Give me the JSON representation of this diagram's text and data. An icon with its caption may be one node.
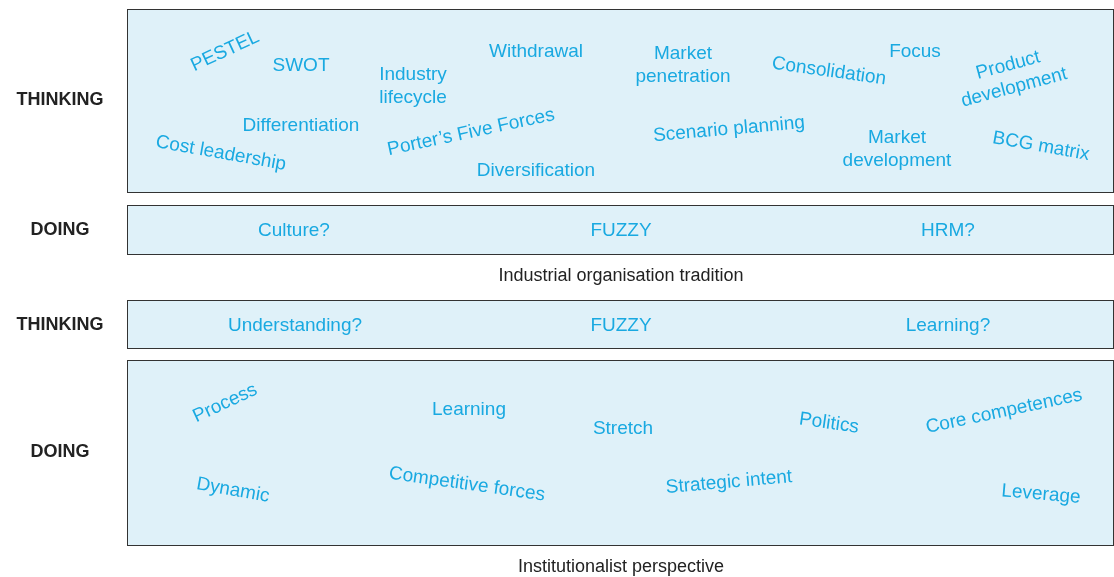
{
  "diagram": {
    "nodes": [
      {
        "text": [
          "PESTEL",
          "SWOT",
          "Withdrawal",
          "Market penetration",
          "Focus",
          "Product development",
          "Industry lifecycle",
          "Consolidation",
          "Differentiation",
          "Porter’s Five Forces",
          "Scenario planning",
          "Market development",
          "BCG matrix",
          "Cost leadership",
          "Diversification"
        ],
        "beside": [
          "THINKING"
        ]
      },
      {
        "text": [
          "Culture?",
          "FUZZY",
          "HRM?"
        ],
        "beside": [
          "DOING"
        ]
      },
      {
        "text": [
          "Understanding?",
          "FUZZY",
          "Learning?"
        ],
        "beside": [
          "THINKING"
        ]
      },
      {
        "text": [
          "Process",
          "Learning",
          "Stretch",
          "Politics",
          "Core competences",
          "Dynamic",
          "Competitive forces",
          "Strategic intent",
          "Leverage"
        ],
        "beside": [
          "DOING"
        ]
      }
    ],
    "edges": [],
    "labels": [
      "Industrial organisation tradition",
      "Institutionalist perspective"
    ]
  }
}
